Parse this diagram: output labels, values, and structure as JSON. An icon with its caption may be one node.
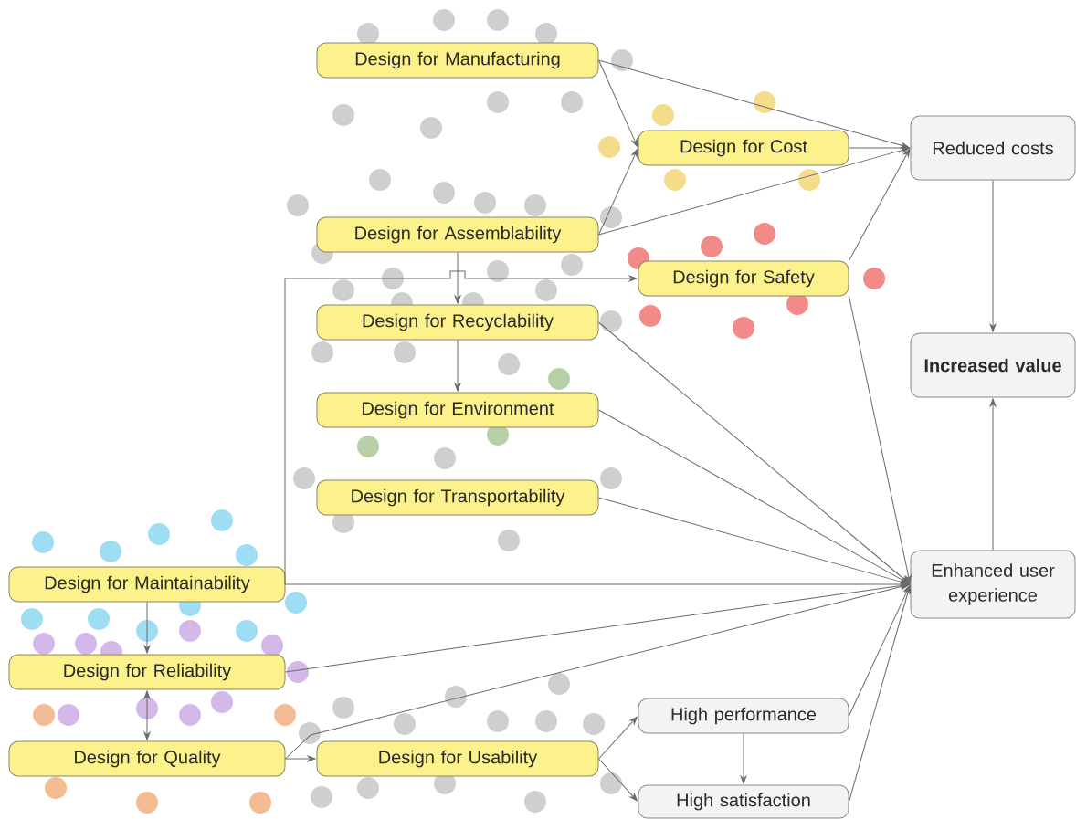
{
  "diagram": {
    "nodes": [
      {
        "text": [
          "Design for Manufacturing"
        ]
      },
      {
        "text": [
          "Design for Cost"
        ]
      },
      {
        "text": [
          "Reduced costs"
        ]
      },
      {
        "text": [
          "Design for Assemblability"
        ]
      },
      {
        "text": [
          "Design for Safety"
        ]
      },
      {
        "text": [
          "Design for Recyclability"
        ]
      },
      {
        "text": [
          "Increased value"
        ]
      },
      {
        "text": [
          "Design for Environment"
        ]
      },
      {
        "text": [
          "Design for Transportability"
        ]
      },
      {
        "text": [
          "Design for Maintainability"
        ]
      },
      {
        "text": [
          "Enhanced user experience"
        ]
      },
      {
        "text": [
          "Design for Reliability"
        ]
      },
      {
        "text": [
          "Design for Quality"
        ]
      },
      {
        "text": [
          "Design for Usability"
        ]
      },
      {
        "text": [
          "High performance"
        ]
      },
      {
        "text": [
          "High satisfaction"
        ]
      }
    ],
    "edges": [
      {
        "from": 0,
        "to": 2,
        "arrow": "to"
      },
      {
        "from": 0,
        "to": 1,
        "arrow": "to"
      },
      {
        "from": 1,
        "to": 2,
        "arrow": "to"
      },
      {
        "from": 3,
        "to": 1,
        "arrow": "to"
      },
      {
        "from": 3,
        "to": 2,
        "arrow": "to"
      },
      {
        "from": 3,
        "to": 5,
        "arrow": "to"
      },
      {
        "from": 9,
        "to": 4,
        "arrow": "to"
      },
      {
        "from": 4,
        "to": 2,
        "arrow": "to"
      },
      {
        "from": 4,
        "to": 10,
        "arrow": "to"
      },
      {
        "from": 5,
        "to": 7,
        "arrow": "to"
      },
      {
        "from": 5,
        "to": 10,
        "arrow": "to"
      },
      {
        "from": 7,
        "to": 10,
        "arrow": "to"
      },
      {
        "from": 8,
        "to": 10,
        "arrow": "to"
      },
      {
        "from": 9,
        "to": 10,
        "arrow": "to"
      },
      {
        "from": 9,
        "to": 11,
        "arrow": "to"
      },
      {
        "from": 11,
        "to": 10,
        "arrow": "to"
      },
      {
        "from": 11,
        "to": 12,
        "arrow": "both"
      },
      {
        "from": 12,
        "to": 13,
        "arrow": "to"
      },
      {
        "from": 12,
        "to": 10,
        "arrow": "to"
      },
      {
        "from": 13,
        "to": 14,
        "arrow": "to"
      },
      {
        "from": 13,
        "to": 15,
        "arrow": "to"
      },
      {
        "from": 14,
        "to": 15,
        "arrow": "to"
      },
      {
        "from": 14,
        "to": 10,
        "arrow": "to"
      },
      {
        "from": 15,
        "to": 10,
        "arrow": "to"
      },
      {
        "from": 2,
        "to": 6,
        "arrow": "to"
      },
      {
        "from": 10,
        "to": 6,
        "arrow": "to"
      }
    ]
  }
}
